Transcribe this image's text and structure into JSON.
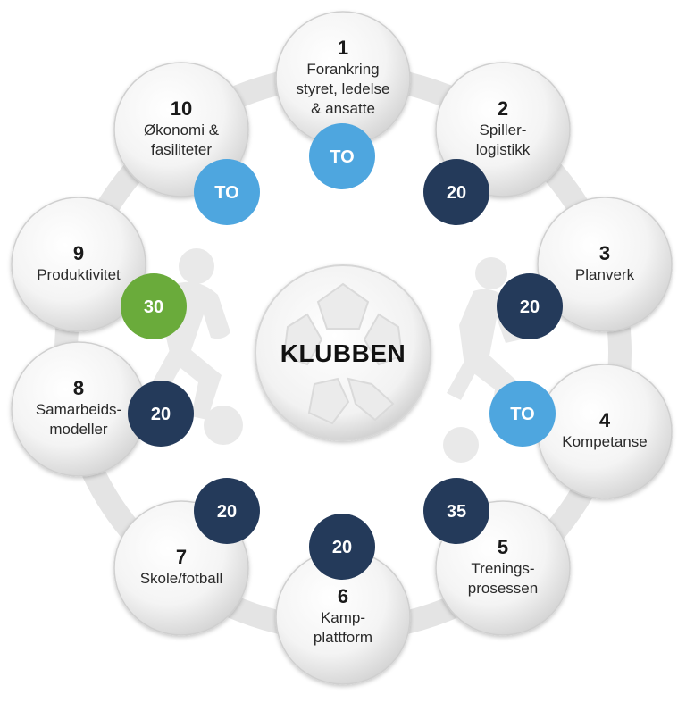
{
  "center": {
    "label": "KLUBBEN"
  },
  "colors": {
    "dark": "#243a5a",
    "light": "#4ea6df",
    "green": "#6aab3b",
    "ring": "#e4e4e4"
  },
  "nodes": [
    {
      "id": "n1",
      "number": "1",
      "lines": [
        "Forankring",
        "styret, ledelse",
        "& ansatte"
      ],
      "badge": "TO",
      "badge_color": "light"
    },
    {
      "id": "n2",
      "number": "2",
      "lines": [
        "Spiller-",
        "logistikk"
      ],
      "badge": "20",
      "badge_color": "dark"
    },
    {
      "id": "n3",
      "number": "3",
      "lines": [
        "Planverk"
      ],
      "badge": "20",
      "badge_color": "dark"
    },
    {
      "id": "n4",
      "number": "4",
      "lines": [
        "Kompetanse"
      ],
      "badge": "TO",
      "badge_color": "light"
    },
    {
      "id": "n5",
      "number": "5",
      "lines": [
        "Trenings-",
        "prosessen"
      ],
      "badge": "35",
      "badge_color": "dark"
    },
    {
      "id": "n6",
      "number": "6",
      "lines": [
        "Kamp-",
        "plattform"
      ],
      "badge": "20",
      "badge_color": "dark"
    },
    {
      "id": "n7",
      "number": "7",
      "lines": [
        "Skole/fotball"
      ],
      "badge": "20",
      "badge_color": "dark"
    },
    {
      "id": "n8",
      "number": "8",
      "lines": [
        "Samarbeids-",
        "modeller"
      ],
      "badge": "20",
      "badge_color": "dark"
    },
    {
      "id": "n9",
      "number": "9",
      "lines": [
        "Produktivitet"
      ],
      "badge": "30",
      "badge_color": "green"
    },
    {
      "id": "n10",
      "number": "10",
      "lines": [
        "Økonomi &",
        "fasiliteter"
      ],
      "badge": "TO",
      "badge_color": "light"
    }
  ]
}
